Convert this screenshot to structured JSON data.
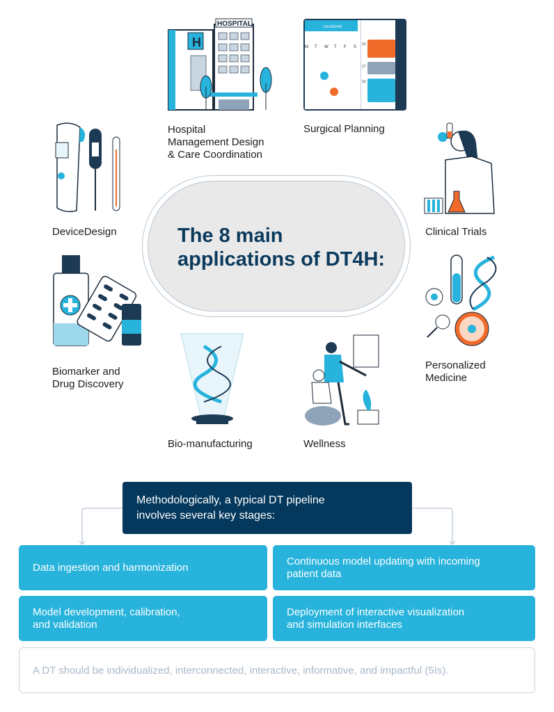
{
  "title": "The 8 main applications of DT4H:",
  "title_lines": [
    "The 8 main",
    "applications of DT4H:"
  ],
  "applications": [
    {
      "label_lines": [
        "Hospital",
        "Management Design",
        "& Care Coordination"
      ],
      "icon": "hospital-icon"
    },
    {
      "label_lines": [
        "Surgical Planning"
      ],
      "icon": "calendar-tablet-icon"
    },
    {
      "label_lines": [
        "DeviceDesign"
      ],
      "icon": "thermometer-icon"
    },
    {
      "label_lines": [
        "Clinical Trials"
      ],
      "icon": "scientist-icon"
    },
    {
      "label_lines": [
        "Biomarker and",
        "Drug Discovery"
      ],
      "icon": "medicine-icon"
    },
    {
      "label_lines": [
        "Personalized",
        "Medicine"
      ],
      "icon": "dna-test-tube-icon"
    },
    {
      "label_lines": [
        "Bio-manufacturing"
      ],
      "icon": "dna-hologram-icon"
    },
    {
      "label_lines": [
        "Wellness"
      ],
      "icon": "physiotherapy-icon"
    }
  ],
  "hospital_sign": "HOSPITAL",
  "calendar": {
    "header": "CALENDAR",
    "weekdays": [
      "M",
      "T",
      "W",
      "T",
      "F",
      "S"
    ],
    "days": [
      "13",
      "17",
      "19"
    ]
  },
  "pipeline": {
    "intro_lines": [
      "Methodologically, a typical DT pipeline",
      "involves several key stages:"
    ],
    "stages": [
      {
        "lines": [
          "Data ingestion and harmonization"
        ]
      },
      {
        "lines": [
          "Continuous model updating with incoming",
          "patient data"
        ]
      },
      {
        "lines": [
          "Model development, calibration,",
          "and validation"
        ]
      },
      {
        "lines": [
          "Deployment of interactive visualization",
          "and simulation interfaces"
        ]
      }
    ],
    "note": "A DT should be individualized, interconnected, interactive, informative, and impactful (5Is)."
  },
  "colors": {
    "navy": "#04385c",
    "accent_blue": "#27b3dc",
    "orange": "#f06a2a",
    "pill_fill": "#e9e9ea"
  }
}
